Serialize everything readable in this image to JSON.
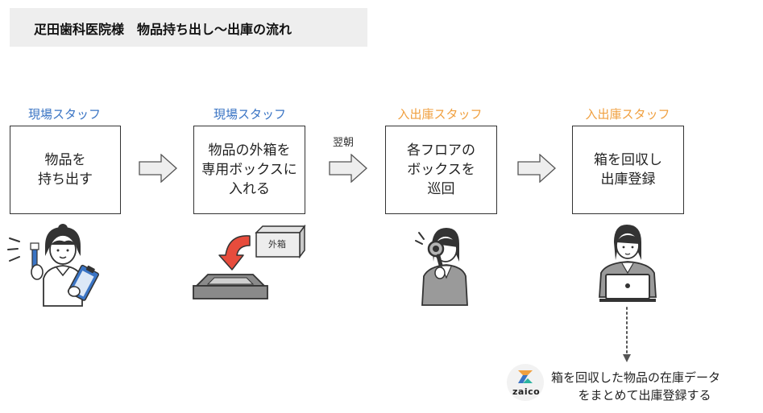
{
  "title": "疋田歯科医院様　物品持ち出し～出庫の流れ",
  "colors": {
    "field_staff": "#3a74c4",
    "warehouse_staff": "#f0a040",
    "arrow_fill": "#eeeeee",
    "accent_red": "#e74c3c",
    "box_gray": "#8a8a8a"
  },
  "steps": [
    {
      "role": "現場スタッフ",
      "lines": [
        "物品を",
        "持ち出す"
      ]
    },
    {
      "role": "現場スタッフ",
      "lines": [
        "物品の外箱を",
        "専用ボックスに",
        "入れる"
      ]
    },
    {
      "role": "入出庫スタッフ",
      "lines": [
        "各フロアの",
        "ボックスを",
        "巡回"
      ]
    },
    {
      "role": "入出庫スタッフ",
      "lines": [
        "箱を回収し",
        "出庫登録"
      ]
    }
  ],
  "arrow_label": "翌朝",
  "package_label": "外箱",
  "zaico": {
    "logo_text": "zaico",
    "note_lines": [
      "箱を回収した物品の在庫データ",
      "をまとめて出庫登録する"
    ]
  }
}
